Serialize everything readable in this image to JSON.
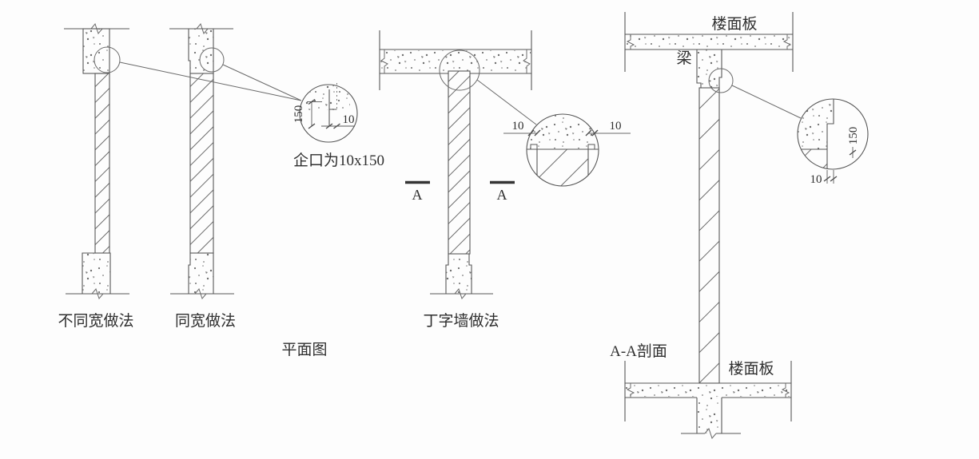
{
  "figures": [
    {
      "id": "plan-narrow-column",
      "label": "不同宽做法"
    },
    {
      "id": "plan-same-width",
      "label": "同宽做法"
    },
    {
      "id": "t-shaped-wall",
      "label": "丁字墙做法"
    },
    {
      "id": "section-a-a",
      "label": "A-A剖面"
    }
  ],
  "plan_title": "平面图",
  "annotations": {
    "slab_top": "楼面板",
    "slab_bottom": "楼面板",
    "beam": "梁",
    "rebate_note": "企口为10x150"
  },
  "dimensions": {
    "rebate_height": "150",
    "rebate_width": "10"
  },
  "section_mark": "A",
  "colors": {
    "line": "#575757",
    "text": "#2f2f2f",
    "background": "#fdfdfd"
  }
}
